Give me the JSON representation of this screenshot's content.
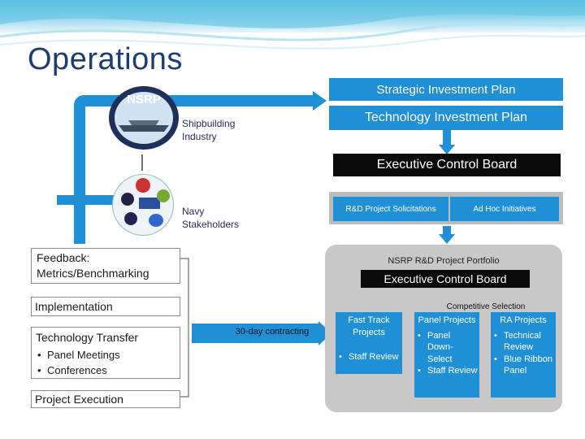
{
  "title": "Operations",
  "logo": {
    "text": "NSRP"
  },
  "labels": {
    "shipbuilding": "Shipbuilding Industry",
    "navy": "Navy Stakeholders",
    "contracting": "30-day contracting"
  },
  "top_boxes": {
    "strategic": "Strategic Investment Plan",
    "technology": "Technology Investment Plan",
    "ecb1": "Executive Control Board",
    "solicitations": "R&D Project Solicitations",
    "adhoc": "Ad Hoc Initiatives"
  },
  "portfolio": {
    "title": "NSRP R&D Project Portfolio",
    "ecb2": "Executive Control Board",
    "competitive": "Competitive Selection",
    "fast_track": {
      "title": "Fast Track Projects",
      "bullets": [
        "Staff Review"
      ]
    },
    "panel": {
      "title": "Panel Projects",
      "bullets": [
        "Panel Down-Select",
        "Staff Review"
      ]
    },
    "ra": {
      "title": "RA Projects",
      "bullets": [
        "Technical Review",
        "Blue Ribbon Panel"
      ]
    }
  },
  "left": {
    "feedback": "Feedback: Metrics/Benchmarking",
    "implementation": "Implementation",
    "tech_transfer": "Technology Transfer",
    "tt_bullets": [
      "Panel Meetings",
      "Conferences"
    ],
    "execution": "Project Execution"
  },
  "colors": {
    "blue": "#1f8fd6",
    "dark": "#0b0b0b",
    "title": "#1f3b73",
    "panel_bg": "#c8c8c8"
  }
}
